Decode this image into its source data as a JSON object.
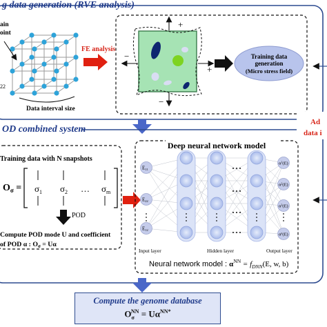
{
  "section1": {
    "title": "g data generation (RVE analysis)",
    "grid_labels": [
      "ain",
      "oint",
      "22"
    ],
    "interval_label": "Data interval size",
    "arrow_label": "FE analysis",
    "signs": [
      "+",
      "−",
      "+",
      "−"
    ],
    "training_label": [
      "Training data",
      "generation",
      "(Micro stress field)"
    ]
  },
  "section2": {
    "title": "OD combined system",
    "side_label": [
      "Ad",
      "data i"
    ],
    "snapshot_title": "Training data with N snapshots",
    "matrix_lhs": "O",
    "matrix_lhs_sub": "σ",
    "matrix_entries": [
      "σ",
      "σ",
      "…",
      "σ"
    ],
    "matrix_subs": [
      "1",
      "2",
      "",
      "m"
    ],
    "pod_label": "POD",
    "compute_line1": "Compute POD mode U and coefficient",
    "compute_line2": "of POD α : O",
    "compute_line2_tail": " = Uα"
  },
  "nn": {
    "title": "Deep neural network model",
    "inputs": [
      "E",
      "E",
      "E"
    ],
    "input_subs": [
      "11",
      "22",
      "12"
    ],
    "outputs": [
      "α",
      "α",
      "α",
      "α"
    ],
    "output_tail": "(E)",
    "output_subs": [
      "1",
      "2",
      "3",
      "n"
    ],
    "input_layer_label": "Input layer",
    "hidden_layer_label": "Hidden layer",
    "output_layer_label": "Output layer",
    "formula_prefix": "Neural network model : ",
    "formula": "α",
    "formula_sup": "NN",
    "formula_eq": " = f",
    "formula_sub": "DNN",
    "formula_tail": "(E, w, b)"
  },
  "compute": {
    "title": "Compute the genome database",
    "equation": "O",
    "eq_sub": "σ",
    "eq_sup": "NN",
    "eq_mid": " = Uα",
    "eq_sup2": "NN*"
  },
  "colors": {
    "frame": "#2c4a8f",
    "red_arrow": "#e02010",
    "blue_arrow": "#4a67c8",
    "node": "#2ea3d9",
    "rve_fill": "#a6e3b4",
    "hidden_node": "#b9c8ef",
    "io_node": "#c5cceb",
    "ellipse": "#b8c4ec",
    "accent_red": "#d8281c"
  }
}
